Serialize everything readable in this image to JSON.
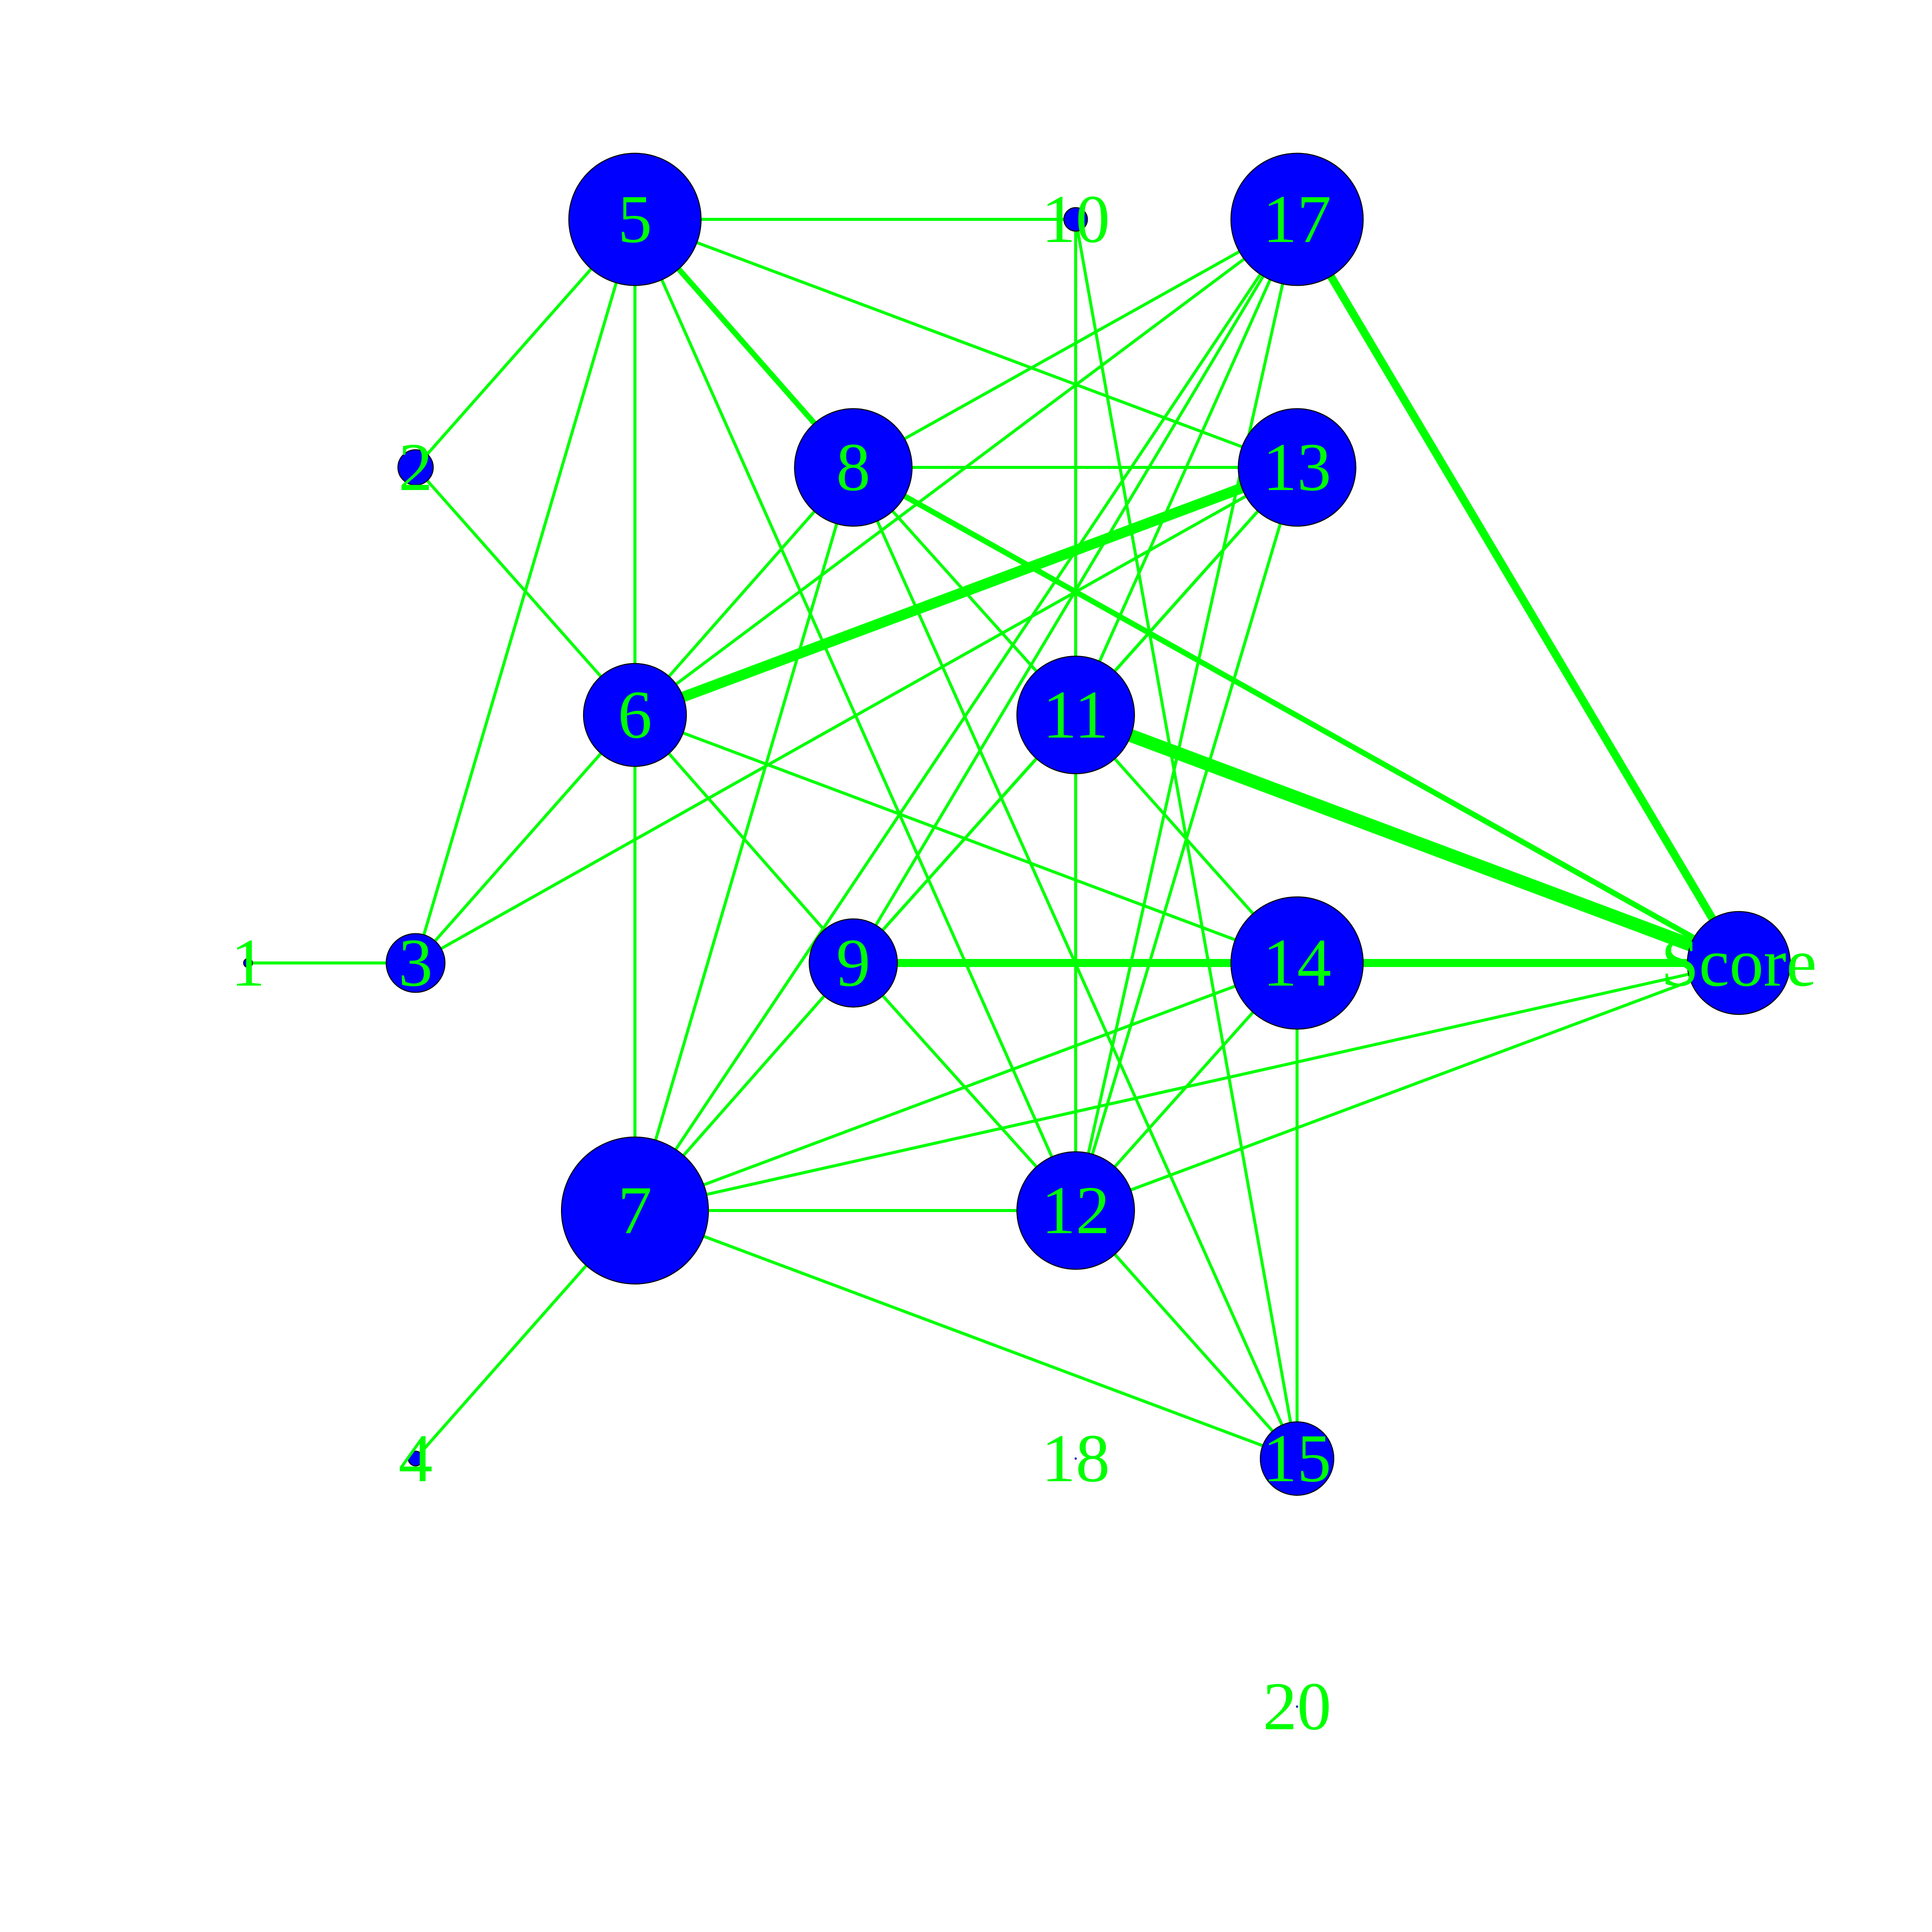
{
  "graph": {
    "colors": {
      "node": "#0000ff",
      "edge": "#00ff00",
      "label": "#00ff00",
      "background": "#ffffff"
    },
    "nodes": [
      {
        "id": "1",
        "label": "1",
        "size": 0.03
      },
      {
        "id": "2",
        "label": "2",
        "size": 0.12
      },
      {
        "id": "3",
        "label": "3",
        "size": 0.2
      },
      {
        "id": "4",
        "label": "4",
        "size": 0.05
      },
      {
        "id": "5",
        "label": "5",
        "size": 0.45
      },
      {
        "id": "6",
        "label": "6",
        "size": 0.35
      },
      {
        "id": "7",
        "label": "7",
        "size": 0.5
      },
      {
        "id": "8",
        "label": "8",
        "size": 0.4
      },
      {
        "id": "9",
        "label": "9",
        "size": 0.3
      },
      {
        "id": "10",
        "label": "10",
        "size": 0.08
      },
      {
        "id": "11",
        "label": "11",
        "size": 0.4
      },
      {
        "id": "12",
        "label": "12",
        "size": 0.4
      },
      {
        "id": "13",
        "label": "13",
        "size": 0.4
      },
      {
        "id": "14",
        "label": "14",
        "size": 0.45
      },
      {
        "id": "15",
        "label": "15",
        "size": 0.25
      },
      {
        "id": "17",
        "label": "17",
        "size": 0.45
      },
      {
        "id": "18",
        "label": "18",
        "size": 0.0
      },
      {
        "id": "20",
        "label": "20",
        "size": 0.0
      },
      {
        "id": "Score",
        "label": "Score",
        "size": 0.35
      }
    ],
    "edges": [
      {
        "source": "1",
        "target": "3",
        "weight": 1
      },
      {
        "source": "2",
        "target": "5",
        "weight": 1
      },
      {
        "source": "2",
        "target": "6",
        "weight": 1
      },
      {
        "source": "3",
        "target": "5",
        "weight": 1
      },
      {
        "source": "3",
        "target": "6",
        "weight": 1
      },
      {
        "source": "3",
        "target": "13",
        "weight": 1
      },
      {
        "source": "4",
        "target": "7",
        "weight": 1
      },
      {
        "source": "5",
        "target": "10",
        "weight": 1
      },
      {
        "source": "5",
        "target": "6",
        "weight": 1
      },
      {
        "source": "5",
        "target": "8",
        "weight": 2
      },
      {
        "source": "5",
        "target": "12",
        "weight": 1
      },
      {
        "source": "5",
        "target": "13",
        "weight": 1
      },
      {
        "source": "6",
        "target": "7",
        "weight": 1
      },
      {
        "source": "6",
        "target": "8",
        "weight": 1
      },
      {
        "source": "6",
        "target": "9",
        "weight": 1
      },
      {
        "source": "6",
        "target": "13",
        "weight": 4
      },
      {
        "source": "6",
        "target": "14",
        "weight": 1
      },
      {
        "source": "6",
        "target": "17",
        "weight": 1
      },
      {
        "source": "7",
        "target": "8",
        "weight": 1
      },
      {
        "source": "7",
        "target": "9",
        "weight": 1
      },
      {
        "source": "7",
        "target": "12",
        "weight": 1
      },
      {
        "source": "7",
        "target": "14",
        "weight": 1
      },
      {
        "source": "7",
        "target": "15",
        "weight": 1
      },
      {
        "source": "7",
        "target": "17",
        "weight": 1
      },
      {
        "source": "7",
        "target": "Score",
        "weight": 1
      },
      {
        "source": "8",
        "target": "11",
        "weight": 1
      },
      {
        "source": "8",
        "target": "13",
        "weight": 1
      },
      {
        "source": "8",
        "target": "15",
        "weight": 1
      },
      {
        "source": "8",
        "target": "17",
        "weight": 1
      },
      {
        "source": "8",
        "target": "Score",
        "weight": 2
      },
      {
        "source": "9",
        "target": "11",
        "weight": 1
      },
      {
        "source": "9",
        "target": "12",
        "weight": 1
      },
      {
        "source": "9",
        "target": "13",
        "weight": 1
      },
      {
        "source": "9",
        "target": "14",
        "weight": 3
      },
      {
        "source": "9",
        "target": "17",
        "weight": 1
      },
      {
        "source": "10",
        "target": "11",
        "weight": 1
      },
      {
        "source": "10",
        "target": "15",
        "weight": 1
      },
      {
        "source": "11",
        "target": "12",
        "weight": 1
      },
      {
        "source": "11",
        "target": "13",
        "weight": 1
      },
      {
        "source": "11",
        "target": "14",
        "weight": 1
      },
      {
        "source": "11",
        "target": "17",
        "weight": 1
      },
      {
        "source": "11",
        "target": "Score",
        "weight": 5
      },
      {
        "source": "12",
        "target": "13",
        "weight": 1
      },
      {
        "source": "12",
        "target": "14",
        "weight": 1
      },
      {
        "source": "12",
        "target": "15",
        "weight": 1
      },
      {
        "source": "12",
        "target": "17",
        "weight": 1
      },
      {
        "source": "12",
        "target": "Score",
        "weight": 1
      },
      {
        "source": "14",
        "target": "15",
        "weight": 1
      },
      {
        "source": "14",
        "target": "Score",
        "weight": 3
      },
      {
        "source": "17",
        "target": "Score",
        "weight": 3
      }
    ]
  }
}
